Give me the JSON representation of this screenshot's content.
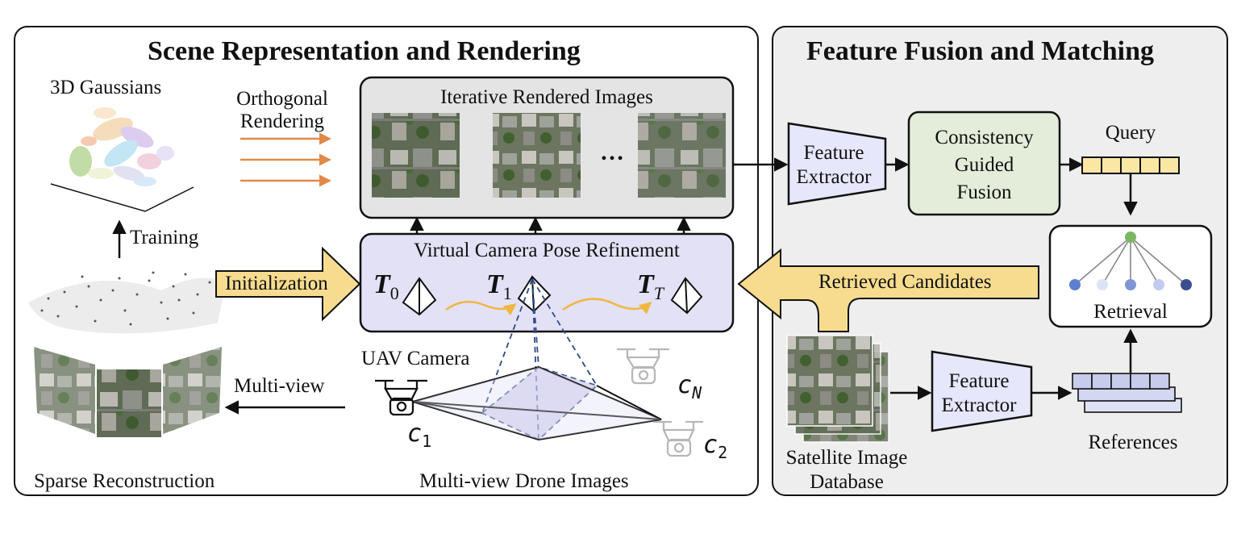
{
  "left_panel": {
    "title": "Scene Representation and Rendering",
    "gaussians_label": "3D Gaussians",
    "orthogonal_label_line1": "Orthogonal",
    "orthogonal_label_line2": "Rendering",
    "training_label": "Training",
    "initialization_label": "Initialization",
    "multiview_label": "Multi-view",
    "sparse_label": "Sparse Reconstruction",
    "uav_label": "UAV Camera",
    "drone_images_label": "Multi-view Drone Images",
    "rendered_title": "Iterative Rendered Images",
    "ellipsis": "…",
    "pose_title": "Virtual Camera Pose Refinement",
    "poses": [
      {
        "main": "T",
        "sub": "0"
      },
      {
        "main": "T",
        "sub": "1"
      },
      {
        "main": "T",
        "sub": "T"
      }
    ],
    "cameras": [
      {
        "main": "c",
        "sub": "1"
      },
      {
        "main": "c",
        "sub": "N"
      },
      {
        "main": "c",
        "sub": "2"
      }
    ]
  },
  "right_panel": {
    "title": "Feature Fusion and Matching",
    "feature_extractor_top": "Feature Extractor",
    "fusion_line1": "Consistency",
    "fusion_line2": "Guided",
    "fusion_line3": "Fusion",
    "query_label": "Query",
    "retrieval_label": "Retrieval",
    "retrieved_candidates_label": "Retrieved Candidates",
    "feature_extractor_bottom": "Feature Extractor",
    "satellite_line1": "Satellite Image",
    "satellite_line2": "Database",
    "references_label": "References"
  },
  "colors": {
    "arrow_orange": "#e0894a",
    "big_arrow_fill": "#f7dc8f",
    "pose_box_fill": "#e2e1f6",
    "rendered_box_fill": "#e4e4e4",
    "extractor_fill": "#e6e7fb",
    "fusion_fill": "#e3edd9",
    "query_fill": "#fbe7a4",
    "reference_fill": "#c7ccec",
    "node_green": "#7bb661",
    "node_dark_blue": "#3a4f8f"
  }
}
